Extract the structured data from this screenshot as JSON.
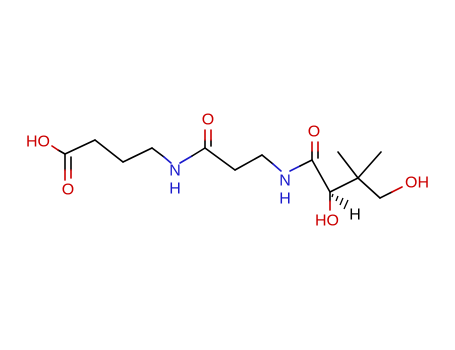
{
  "colors": {
    "oxygen": "#cc0000",
    "nitrogen": "#1a1acc",
    "carbon_bond": "#000000",
    "background": "#ffffff"
  },
  "atoms": {
    "acid_oh": "HO",
    "acid_carbonyl_o": "O",
    "amide1_n": "N",
    "amide1_h": "H",
    "amide1_carbonyl_o": "O",
    "amide2_n": "N",
    "amide2_h": "H",
    "amide2_carbonyl_o": "O",
    "secondary_oh": "HO",
    "stereo_h": "H",
    "primary_oh": "OH"
  }
}
